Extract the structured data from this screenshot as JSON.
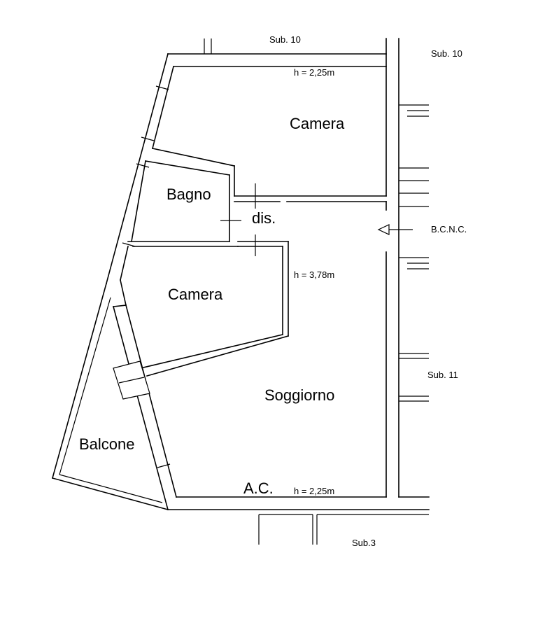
{
  "floor_plan": {
    "rooms": {
      "camera_top": "Camera",
      "bagno": "Bagno",
      "disimpegno": "dis.",
      "camera_mid": "Camera",
      "soggiorno": "Soggiorno",
      "balcone": "Balcone"
    },
    "heights": {
      "top": "h = 2,25m",
      "middle": "h = 3,78m",
      "bottom": "h = 2,25m"
    },
    "neighbours": {
      "sub10_top": "Sub. 10",
      "sub10_right": "Sub. 10",
      "bcnc": "B.C.N.C.",
      "sub11": "Sub. 11",
      "sub3": "Sub.3"
    },
    "common_area": "A.C.",
    "entrance_icon": "arrow-left-icon"
  }
}
